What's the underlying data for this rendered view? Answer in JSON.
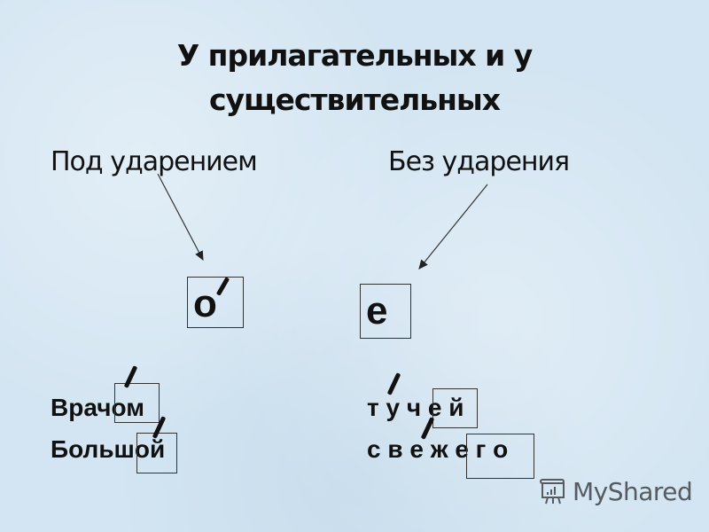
{
  "slide": {
    "title_line1": "У прилагательных и у",
    "title_line2": "существительных",
    "left_heading": "Под ударением",
    "right_heading": "Без ударения",
    "stressed_letter": "о",
    "unstressed_letter": "е",
    "left_examples": [
      {
        "prefix": "Врач",
        "ending": "ом"
      },
      {
        "prefix": "Больш",
        "ending": "ой"
      }
    ],
    "right_examples": [
      {
        "prefix": "т у ч",
        "ending": "е й"
      },
      {
        "prefix": "с в е ж",
        "ending": "е г о"
      }
    ]
  },
  "watermark": {
    "text": "MyShared",
    "icon": "presentation-board-icon"
  },
  "colors": {
    "background": "#d3e5f2",
    "text": "#111111",
    "watermark": "#555b60"
  }
}
